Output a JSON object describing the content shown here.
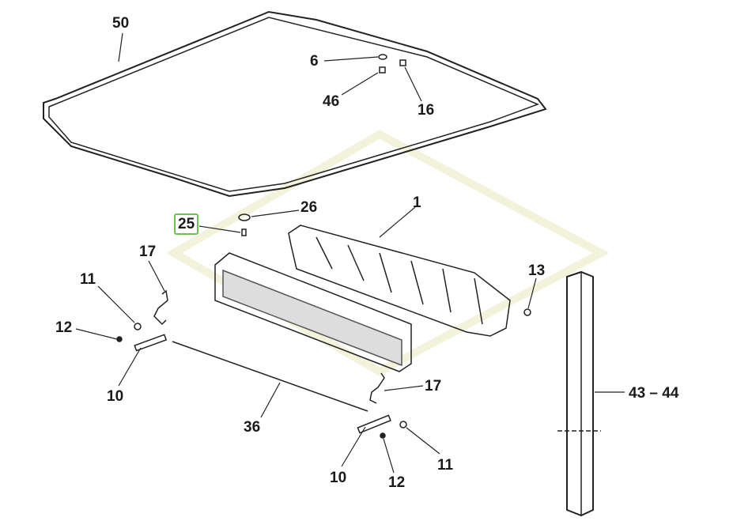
{
  "diagram": {
    "highlight_color": "#6cc24a",
    "callouts": [
      {
        "id": "50",
        "label": "50"
      },
      {
        "id": "6",
        "label": "6"
      },
      {
        "id": "46",
        "label": "46"
      },
      {
        "id": "16",
        "label": "16"
      },
      {
        "id": "26",
        "label": "26"
      },
      {
        "id": "25",
        "label": "25",
        "highlighted": true
      },
      {
        "id": "1",
        "label": "1"
      },
      {
        "id": "17a",
        "label": "17"
      },
      {
        "id": "11a",
        "label": "11"
      },
      {
        "id": "12a",
        "label": "12"
      },
      {
        "id": "10a",
        "label": "10"
      },
      {
        "id": "13",
        "label": "13"
      },
      {
        "id": "17b",
        "label": "17"
      },
      {
        "id": "36",
        "label": "36"
      },
      {
        "id": "43-44",
        "label": "43 – 44"
      },
      {
        "id": "10b",
        "label": "10"
      },
      {
        "id": "12b",
        "label": "12"
      },
      {
        "id": "11b",
        "label": "11"
      }
    ]
  }
}
